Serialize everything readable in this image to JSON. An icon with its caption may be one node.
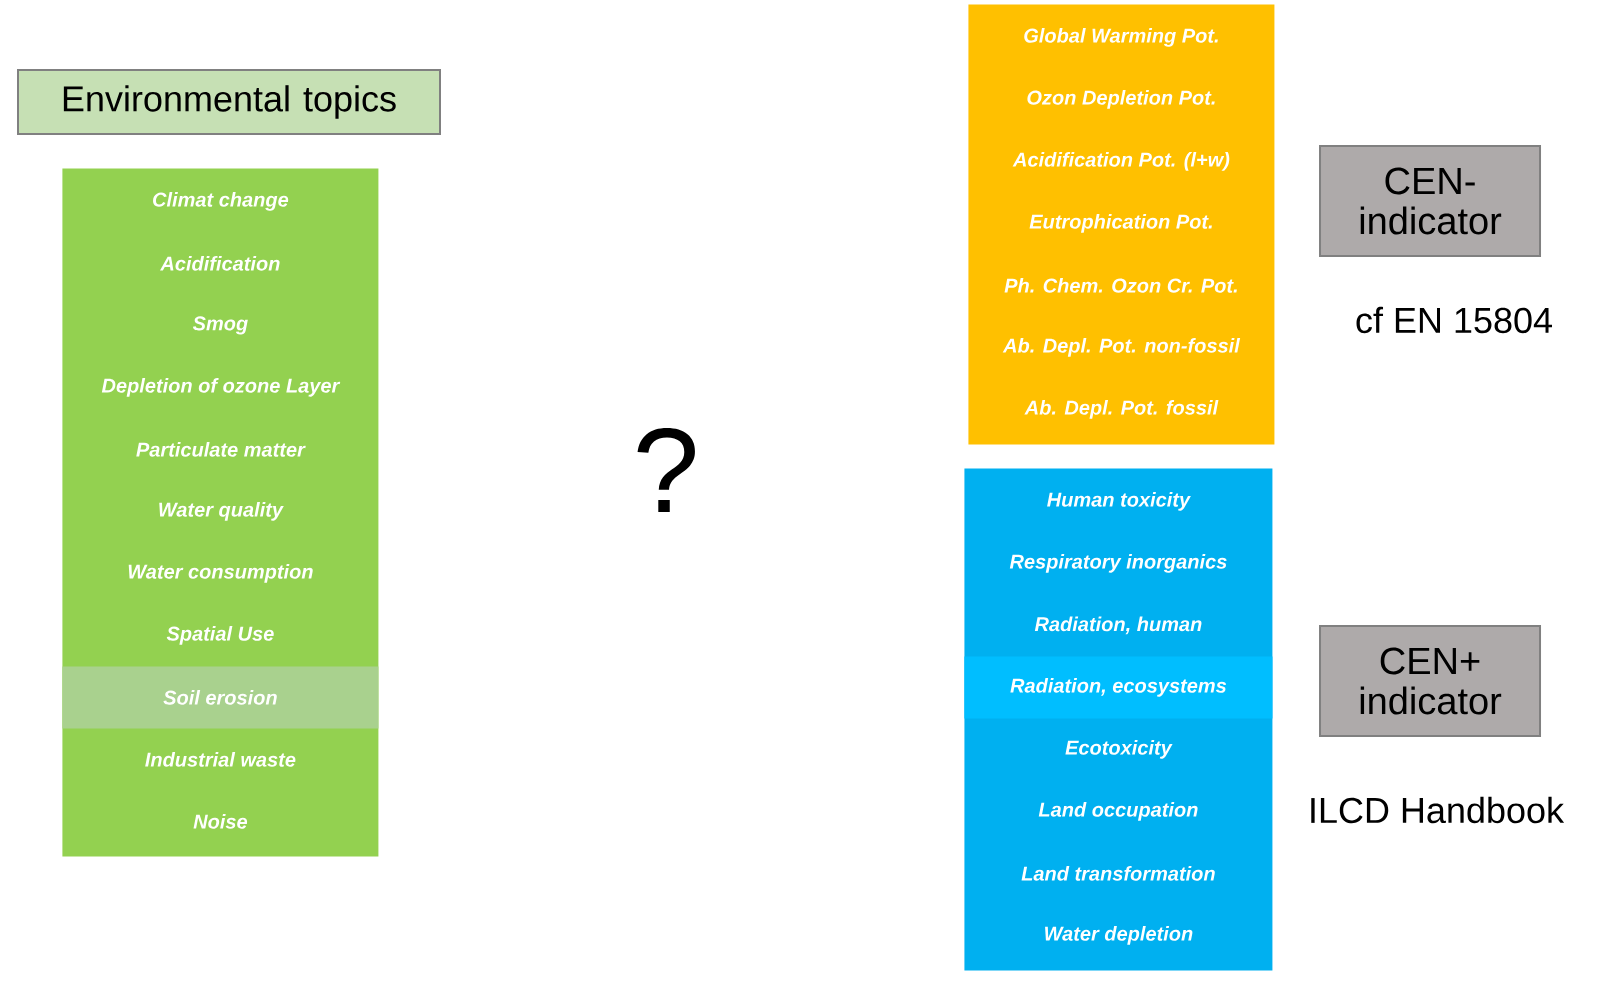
{
  "diagram": {
    "nodes": [
      {
        "text": [
          "Environmental topics"
        ]
      },
      {
        "text": [],
        "shape": "box"
      },
      {
        "text": [
          "Climat change"
        ],
        "in": 1
      },
      {
        "text": [
          "Acidification"
        ],
        "in": 1
      },
      {
        "text": [
          "Smog"
        ],
        "in": 1
      },
      {
        "text": [
          "Depletion of ozone Layer"
        ],
        "in": 1
      },
      {
        "text": [
          "Particulate matter"
        ],
        "in": 1
      },
      {
        "text": [
          "Water quality"
        ],
        "in": 1
      },
      {
        "text": [
          "Water consumption"
        ],
        "in": 1
      },
      {
        "text": [
          "Spatial Use"
        ],
        "in": 1
      },
      {
        "text": [
          "Soil erosion"
        ],
        "in": 1
      },
      {
        "text": [
          "Industrial waste"
        ],
        "in": 1
      },
      {
        "text": [
          "Noise"
        ],
        "in": 1
      },
      {
        "text": [],
        "shape": "box"
      },
      {
        "text": [
          "Global Warming Pot."
        ],
        "in": 13
      },
      {
        "text": [
          "Ozon Depletion Pot."
        ],
        "in": 13
      },
      {
        "text": [
          "Acidification Pot. (l+w)"
        ],
        "in": 13
      },
      {
        "text": [
          "Eutrophication Pot."
        ],
        "in": 13
      },
      {
        "text": [
          "Ph. Chem. Ozon Cr. Pot."
        ],
        "in": 13
      },
      {
        "text": [
          "Ab. Depl. Pot. non-fossil"
        ],
        "in": 13
      },
      {
        "text": [
          "Ab. Depl. Pot. fossil"
        ],
        "in": 13
      },
      {
        "text": [
          "CEN- indicator"
        ],
        "beside": [
          "cf EN 15804"
        ]
      },
      {
        "text": [],
        "shape": "box"
      },
      {
        "text": [
          "Human toxicity"
        ],
        "in": 22
      },
      {
        "text": [
          "Respiratory inorganics"
        ],
        "in": 22
      },
      {
        "text": [
          "Radiation, human"
        ],
        "in": 22
      },
      {
        "text": [
          "Radiation, ecosystems"
        ],
        "in": 22
      },
      {
        "text": [
          "Ecotoxicity"
        ],
        "in": 22
      },
      {
        "text": [
          "Land occupation"
        ],
        "in": 22
      },
      {
        "text": [
          "Land transformation"
        ],
        "in": 22
      },
      {
        "text": [
          "Water depletion"
        ],
        "in": 22
      },
      {
        "text": [
          "CEN+ indicator"
        ],
        "beside": [
          "ILCD Handbook"
        ]
      }
    ],
    "labels": [
      "?"
    ]
  }
}
